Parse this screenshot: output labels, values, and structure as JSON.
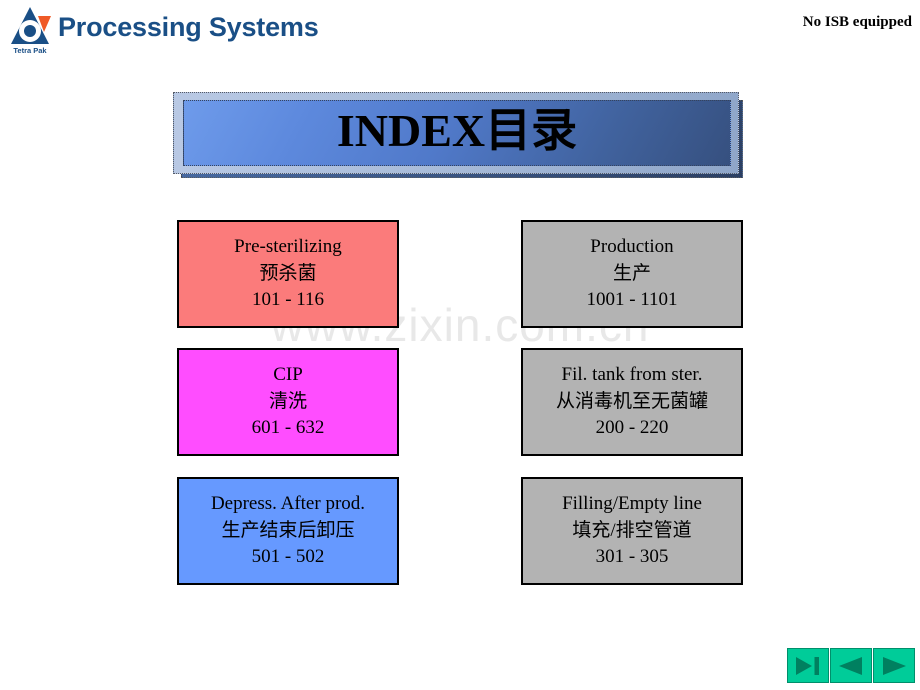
{
  "header": {
    "title": "Processing Systems",
    "note": "No ISB equipped",
    "logo_name": "tetra-pak-logo",
    "title_color": "#1a4f86"
  },
  "watermark": {
    "text": "www.zixin.com.cn"
  },
  "banner": {
    "title": "INDEX目录"
  },
  "boxes": [
    {
      "name": "pre-sterilizing",
      "l1": "Pre-sterilizing",
      "l2": "预杀菌",
      "l3": "101 - 116",
      "color": "#fb7b7b"
    },
    {
      "name": "production",
      "l1": "Production",
      "l2": "生产",
      "l3": "1001 - 1101",
      "color": "#b3b3b3"
    },
    {
      "name": "cip",
      "l1": "CIP",
      "l2": "清洗",
      "l3": "601 - 632",
      "color": "#ff4dff"
    },
    {
      "name": "fil-tank-from-ster",
      "l1": "Fil. tank from ster.",
      "l2": "从消毒机至无菌罐",
      "l3": "200 - 220",
      "color": "#b3b3b3"
    },
    {
      "name": "depress-after-prod",
      "l1": "Depress. After prod.",
      "l2": "生产结束后卸压",
      "l3": "501 - 502",
      "color": "#6699ff"
    },
    {
      "name": "filling-empty-line",
      "l1": "Filling/Empty line",
      "l2": "填充/排空管道",
      "l3": "301 - 305",
      "color": "#b3b3b3"
    }
  ],
  "nav": {
    "buttons": [
      {
        "name": "play-to-end-button",
        "icon": "play-bar-icon"
      },
      {
        "name": "previous-slide-button",
        "icon": "triangle-left-icon"
      },
      {
        "name": "next-slide-button",
        "icon": "triangle-right-icon"
      }
    ],
    "color": "#00cc99",
    "glyph_color": "#008060"
  }
}
